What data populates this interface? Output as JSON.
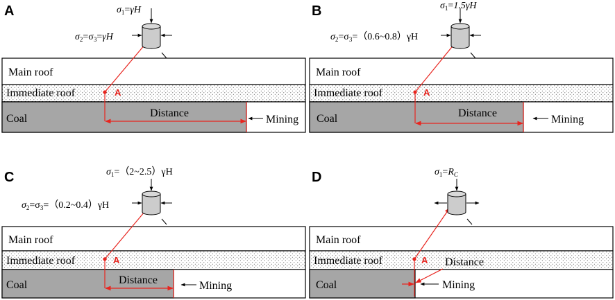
{
  "panels": [
    {
      "letter": "A",
      "sigma1": {
        "prefix": "σ",
        "sub": "1",
        "eq": "=",
        "value": "γH"
      },
      "sigma23": {
        "p1": "σ",
        "s1": "2",
        "mid": "=σ",
        "s2": "3",
        "eq": "=",
        "value": "γH"
      },
      "main_roof": "Main roof",
      "immediate_roof": "Immediate roof",
      "coal": "Coal",
      "point": "A",
      "distance": "Distance",
      "mining": "Mining"
    },
    {
      "letter": "B",
      "sigma1": {
        "prefix": "σ",
        "sub": "1",
        "eq": "=",
        "value": "1.5γH"
      },
      "sigma23": {
        "p1": "σ",
        "s1": "2",
        "mid": "=σ",
        "s2": "3",
        "eq": "=",
        "value": "（0.6~0.8）γH"
      },
      "main_roof": "Main roof",
      "immediate_roof": "Immediate roof",
      "coal": "Coal",
      "point": "A",
      "distance": "Distance",
      "mining": "Mining"
    },
    {
      "letter": "C",
      "sigma1": {
        "prefix": "σ",
        "sub": "1",
        "eq": "=",
        "value": "（2~2.5）γH"
      },
      "sigma23": {
        "p1": "σ",
        "s1": "2",
        "mid": "=σ",
        "s2": "3",
        "eq": "=",
        "value": "（0.2~0.4）γH"
      },
      "main_roof": "Main roof",
      "immediate_roof": "Immediate roof",
      "coal": "Coal",
      "point": "A",
      "distance": "Distance",
      "mining": "Mining"
    },
    {
      "letter": "D",
      "sigma1": {
        "prefix": "σ",
        "sub": "1",
        "eq": "=",
        "value": "R",
        "value_sub": "C"
      },
      "main_roof": "Main roof",
      "immediate_roof": "Immediate roof",
      "coal": "Coal",
      "point": "A",
      "distance": "Distance",
      "mining": "Mining"
    }
  ],
  "colors": {
    "coal": "#a6a6a6",
    "red": "#e8251f",
    "cylinder": "#cccccc"
  }
}
